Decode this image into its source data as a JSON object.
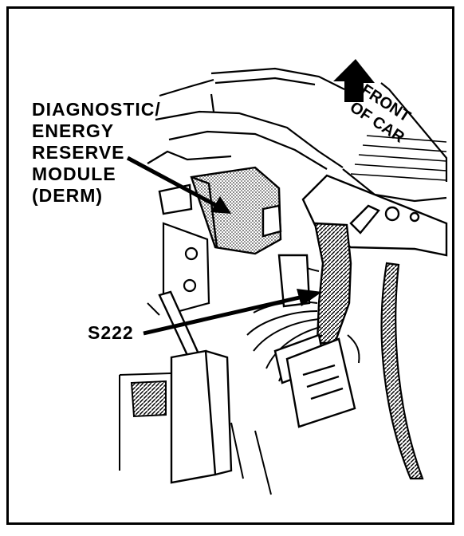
{
  "callouts": {
    "module_lines": [
      "DIAGNOSTIC/",
      "ENERGY",
      "RESERVE",
      "MODULE",
      "(DERM)"
    ],
    "splice": "S222"
  },
  "orientation": {
    "lines": [
      "FRONT",
      "OF CAR"
    ],
    "arrow_icon": "arrow-up-icon"
  },
  "colors": {
    "ink": "#000000",
    "paper": "#ffffff",
    "shade": "#7a7a7a"
  }
}
